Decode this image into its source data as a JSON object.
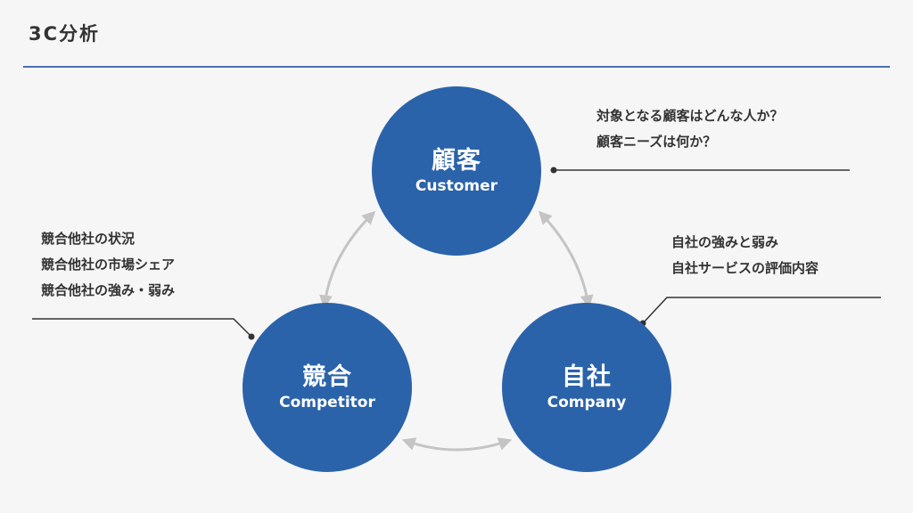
{
  "title": "3C分析",
  "colors": {
    "circle": "#2b63aa",
    "rule": "#4a6fb3",
    "arrow": "#c4c4c4",
    "text": "#333333"
  },
  "circles": {
    "customer": {
      "jp": "顧客",
      "en": "Customer"
    },
    "competitor": {
      "jp": "競合",
      "en": "Competitor"
    },
    "company": {
      "jp": "自社",
      "en": "Company"
    }
  },
  "notes": {
    "customer": [
      "対象となる顧客はどんな人か？",
      "顧客ニーズは何か？"
    ],
    "company": [
      "自社の強みと弱み",
      "自社サービスの評価内容"
    ],
    "competitor": [
      "競合他社の状況",
      "競合他社の市場シェア",
      "競合他社の強み・弱み"
    ]
  }
}
